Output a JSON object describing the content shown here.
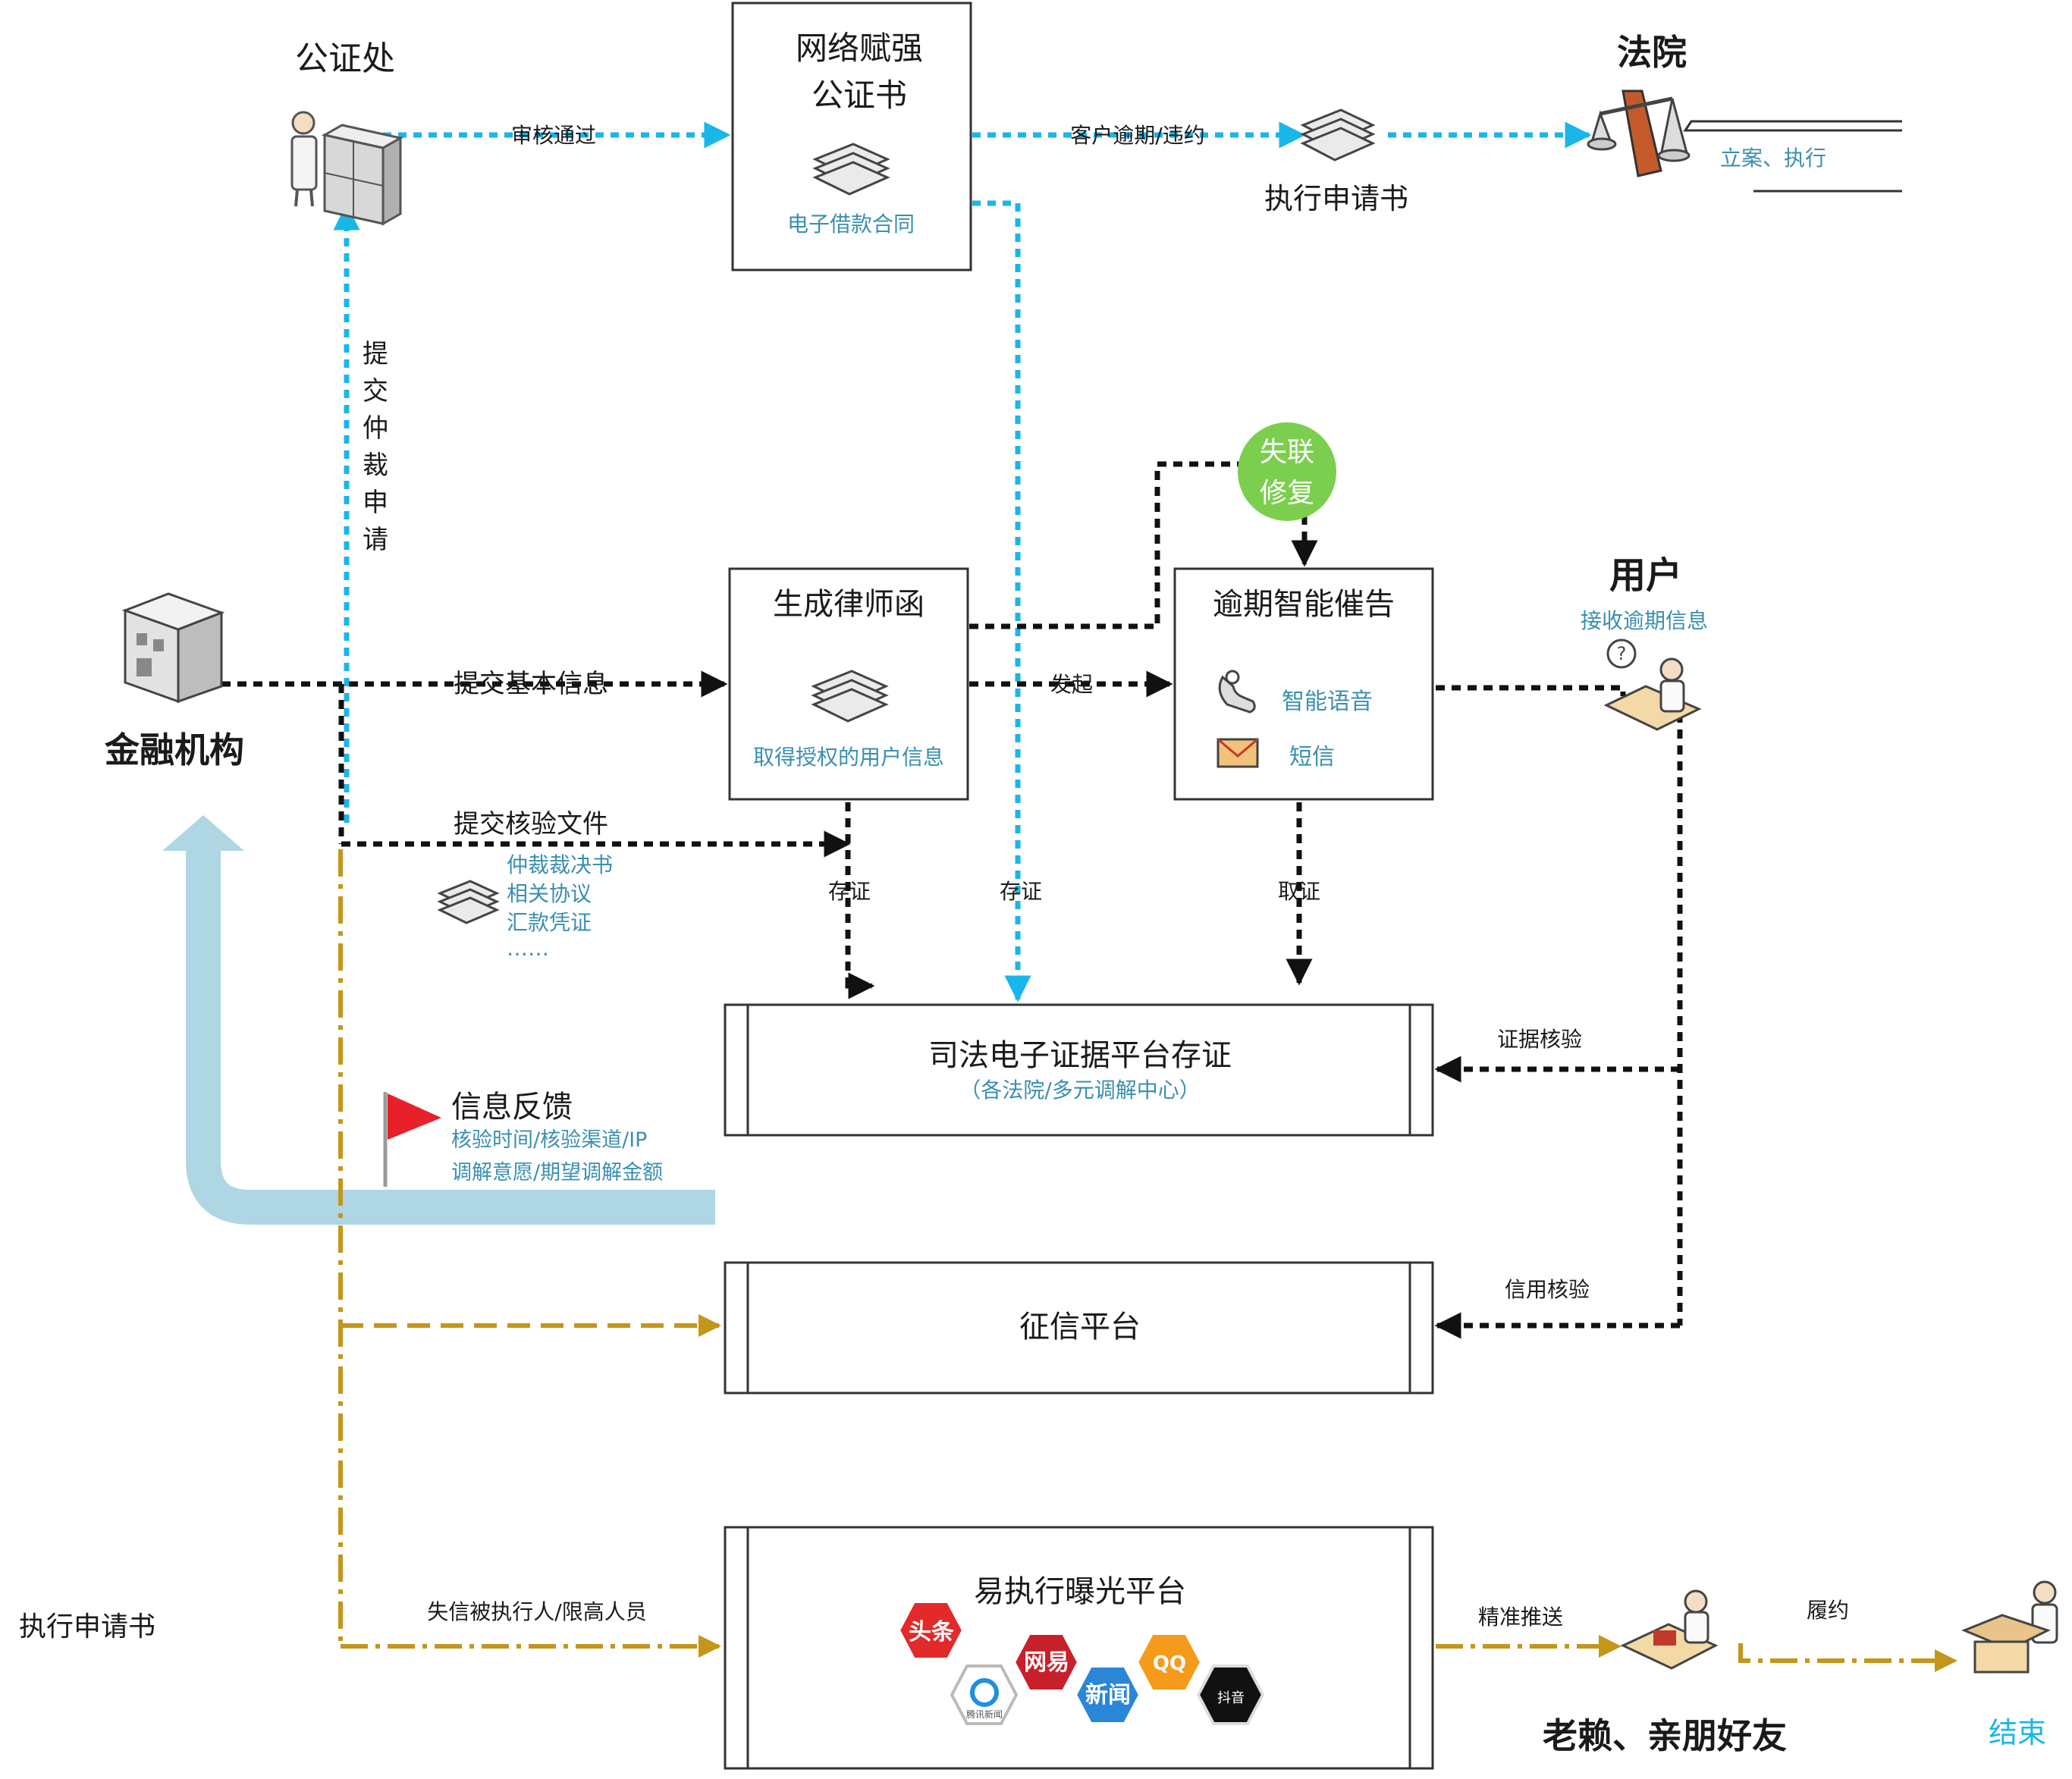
{
  "nodes": {
    "notary": "公证处",
    "court": "法院",
    "user": "用户",
    "user_sub": "接收逾期信息",
    "finance": "金融机构",
    "deadbeat": "老赖、亲朋好友",
    "end": "结束",
    "exec_request_top": "执行申请书",
    "exec_request_left": "执行申请书",
    "court_sub": "立案、执行"
  },
  "boxes": {
    "notary_cert_line1": "网络赋强",
    "notary_cert_line2": "公证书",
    "notary_cert_sub": "电子借款合同",
    "lawyer_letter": "生成律师函",
    "lawyer_letter_sub": "取得授权的用户信息",
    "overdue": "逾期智能催告",
    "overdue_voice": "智能语音",
    "overdue_sms": "短信",
    "lost_contact_line1": "失联",
    "lost_contact_line2": "修复",
    "judicial": "司法电子证据平台存证",
    "judicial_sub": "（各法院/多元调解中心）",
    "credit": "征信平台",
    "exposure": "易执行曝光平台"
  },
  "labels": {
    "audit_pass": "审核通过",
    "overdue_breach": "客户逾期/违约",
    "submit_arbitration": [
      "提",
      "交",
      "仲",
      "裁",
      "申",
      "请"
    ],
    "submit_basic": "提交基本信息",
    "initiate": "发起",
    "submit_verify": "提交核验文件",
    "verify_docs": [
      "仲裁裁决书",
      "相关协议",
      "汇款凭证",
      "……"
    ],
    "store1": "存证",
    "store2": "存证",
    "retrieve": "取证",
    "evidence_check": "证据核验",
    "credit_check": "信用核验",
    "feedback_title": "信息反馈",
    "feedback_line1": "核验时间/核验渠道/IP",
    "feedback_line2": "调解意愿/期望调解金额",
    "dishonest": "失信被执行人/限高人员",
    "precise_push": "精准推送",
    "fulfill": "履约"
  },
  "media_logos": [
    "头条",
    "腾讯新闻",
    "网易",
    "新闻",
    "QQ",
    "抖音"
  ],
  "colors": {
    "cyan_dash": "#19b6ea",
    "black_dash": "#111111",
    "gold_dash": "#c4961a",
    "feedback_arrow": "#aed6e3",
    "green_circle": "#7ccf4e",
    "flag_red": "#e8202a",
    "blue_text": "#3a8fb0"
  }
}
